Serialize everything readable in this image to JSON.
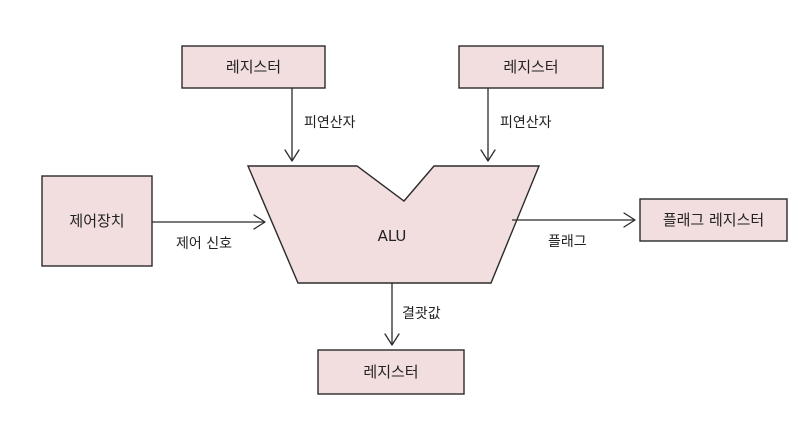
{
  "nodes": {
    "register_left": "레지스터",
    "register_right": "레지스터",
    "control_unit": "제어장치",
    "alu": "ALU",
    "flag_register": "플래그 레지스터",
    "register_bottom": "레지스터"
  },
  "edges": {
    "operand_left": "피연산자",
    "operand_right": "피연산자",
    "control_signal": "제어 신호",
    "flag": "플래그",
    "result": "결괏값"
  },
  "colors": {
    "box_fill": "#f2dede",
    "stroke": "#2b2b2b"
  }
}
